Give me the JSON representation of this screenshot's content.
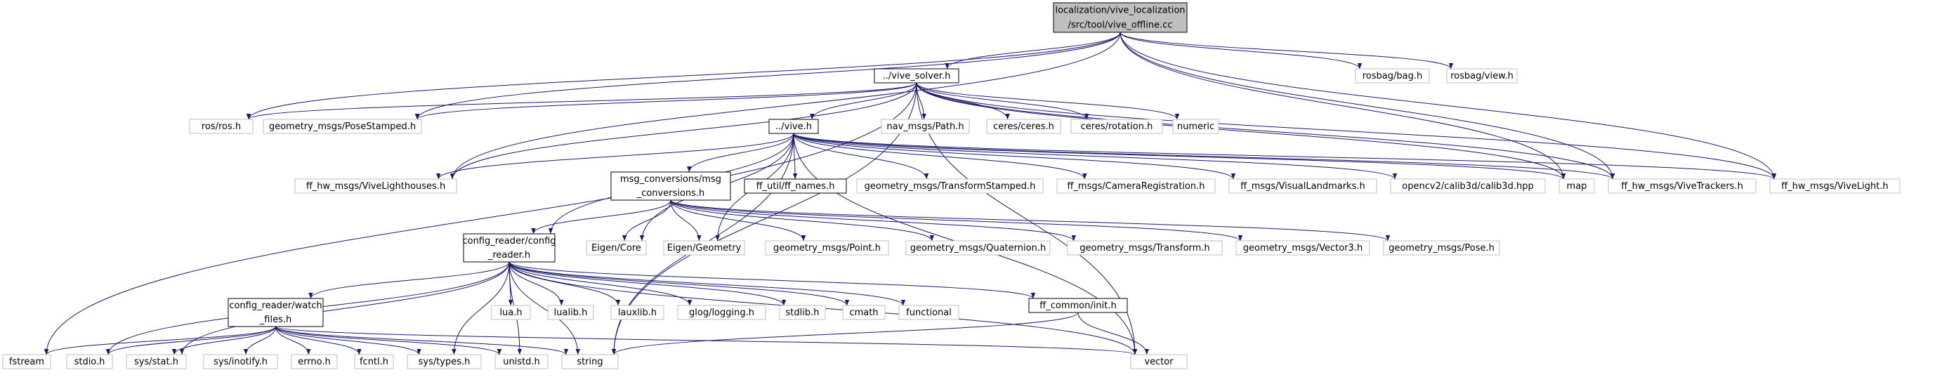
{
  "colors": {
    "edge": "#191970",
    "node_border_gray": "#bfbfbf",
    "node_border_black": "#000000",
    "root_fill": "#bfbfbf",
    "node_fill": "#ffffff"
  },
  "nodes": [
    {
      "id": "root",
      "lines": [
        "localization/vive_localization",
        "/src/tool/vive_offline.cc"
      ],
      "style": "root"
    },
    {
      "id": "vive_solver",
      "lines": [
        "../vive_solver.h"
      ],
      "style": "boxed"
    },
    {
      "id": "bag",
      "lines": [
        "rosbag/bag.h"
      ],
      "style": "gray"
    },
    {
      "id": "view",
      "lines": [
        "rosbag/view.h"
      ],
      "style": "gray"
    },
    {
      "id": "ros",
      "lines": [
        "ros/ros.h"
      ],
      "style": "gray"
    },
    {
      "id": "posestamped",
      "lines": [
        "geometry_msgs/PoseStamped.h"
      ],
      "style": "gray"
    },
    {
      "id": "path",
      "lines": [
        "nav_msgs/Path.h"
      ],
      "style": "gray"
    },
    {
      "id": "ceres",
      "lines": [
        "ceres/ceres.h"
      ],
      "style": "gray"
    },
    {
      "id": "rotation",
      "lines": [
        "ceres/rotation.h"
      ],
      "style": "gray"
    },
    {
      "id": "numeric",
      "lines": [
        "numeric"
      ],
      "style": "gray"
    },
    {
      "id": "vive",
      "lines": [
        "../vive.h"
      ],
      "style": "boxed"
    },
    {
      "id": "lighthouses",
      "lines": [
        "ff_hw_msgs/ViveLighthouses.h"
      ],
      "style": "gray"
    },
    {
      "id": "msgconv",
      "lines": [
        "msg_conversions/msg",
        "_conversions.h"
      ],
      "style": "boxed"
    },
    {
      "id": "ffnames",
      "lines": [
        "ff_util/ff_names.h"
      ],
      "style": "boxed"
    },
    {
      "id": "tfstamped",
      "lines": [
        "geometry_msgs/TransformStamped.h"
      ],
      "style": "gray"
    },
    {
      "id": "camreg",
      "lines": [
        "ff_msgs/CameraRegistration.h"
      ],
      "style": "gray"
    },
    {
      "id": "visland",
      "lines": [
        "ff_msgs/VisualLandmarks.h"
      ],
      "style": "gray"
    },
    {
      "id": "calib3d",
      "lines": [
        "opencv2/calib3d/calib3d.hpp"
      ],
      "style": "gray"
    },
    {
      "id": "map",
      "lines": [
        "map"
      ],
      "style": "gray"
    },
    {
      "id": "trackers",
      "lines": [
        "ff_hw_msgs/ViveTrackers.h"
      ],
      "style": "gray"
    },
    {
      "id": "light",
      "lines": [
        "ff_hw_msgs/ViveLight.h"
      ],
      "style": "gray"
    },
    {
      "id": "config",
      "lines": [
        "config_reader/config",
        "_reader.h"
      ],
      "style": "boxed"
    },
    {
      "id": "eigencore",
      "lines": [
        "Eigen/Core"
      ],
      "style": "gray"
    },
    {
      "id": "eigengeo",
      "lines": [
        "Eigen/Geometry"
      ],
      "style": "gray"
    },
    {
      "id": "point",
      "lines": [
        "geometry_msgs/Point.h"
      ],
      "style": "gray"
    },
    {
      "id": "quat",
      "lines": [
        "geometry_msgs/Quaternion.h"
      ],
      "style": "gray"
    },
    {
      "id": "transform",
      "lines": [
        "geometry_msgs/Transform.h"
      ],
      "style": "gray"
    },
    {
      "id": "vector3",
      "lines": [
        "geometry_msgs/Vector3.h"
      ],
      "style": "gray"
    },
    {
      "id": "pose",
      "lines": [
        "geometry_msgs/Pose.h"
      ],
      "style": "gray"
    },
    {
      "id": "watch",
      "lines": [
        "config_reader/watch",
        "_files.h"
      ],
      "style": "boxed"
    },
    {
      "id": "lua",
      "lines": [
        "lua.h"
      ],
      "style": "gray"
    },
    {
      "id": "lualib",
      "lines": [
        "lualib.h"
      ],
      "style": "gray"
    },
    {
      "id": "lauxlib",
      "lines": [
        "lauxlib.h"
      ],
      "style": "gray"
    },
    {
      "id": "glog",
      "lines": [
        "glog/logging.h"
      ],
      "style": "gray"
    },
    {
      "id": "stdlib",
      "lines": [
        "stdlib.h"
      ],
      "style": "gray"
    },
    {
      "id": "cmath",
      "lines": [
        "cmath"
      ],
      "style": "gray"
    },
    {
      "id": "functional",
      "lines": [
        "functional"
      ],
      "style": "gray"
    },
    {
      "id": "ffinit",
      "lines": [
        "ff_common/init.h"
      ],
      "style": "boxed"
    },
    {
      "id": "fstream",
      "lines": [
        "fstream"
      ],
      "style": "gray"
    },
    {
      "id": "stdio",
      "lines": [
        "stdio.h"
      ],
      "style": "gray"
    },
    {
      "id": "sysstat",
      "lines": [
        "sys/stat.h"
      ],
      "style": "gray"
    },
    {
      "id": "inotify",
      "lines": [
        "sys/inotify.h"
      ],
      "style": "gray"
    },
    {
      "id": "errno",
      "lines": [
        "errno.h"
      ],
      "style": "gray"
    },
    {
      "id": "fcntl",
      "lines": [
        "fcntl.h"
      ],
      "style": "gray"
    },
    {
      "id": "systypes",
      "lines": [
        "sys/types.h"
      ],
      "style": "gray"
    },
    {
      "id": "unistd",
      "lines": [
        "unistd.h"
      ],
      "style": "gray"
    },
    {
      "id": "string",
      "lines": [
        "string"
      ],
      "style": "gray"
    },
    {
      "id": "vector",
      "lines": [
        "vector"
      ],
      "style": "gray"
    }
  ],
  "edges": [
    [
      "root",
      "vive_solver"
    ],
    [
      "root",
      "bag"
    ],
    [
      "root",
      "view"
    ],
    [
      "root",
      "ros"
    ],
    [
      "root",
      "posestamped"
    ],
    [
      "root",
      "lighthouses"
    ],
    [
      "root",
      "map"
    ],
    [
      "root",
      "trackers"
    ],
    [
      "root",
      "light"
    ],
    [
      "vive_solver",
      "ros"
    ],
    [
      "vive_solver",
      "posestamped"
    ],
    [
      "vive_solver",
      "path"
    ],
    [
      "vive_solver",
      "ceres"
    ],
    [
      "vive_solver",
      "rotation"
    ],
    [
      "vive_solver",
      "numeric"
    ],
    [
      "vive_solver",
      "vive"
    ],
    [
      "vive_solver",
      "lighthouses"
    ],
    [
      "vive_solver",
      "map"
    ],
    [
      "vive_solver",
      "trackers"
    ],
    [
      "vive_solver",
      "light"
    ],
    [
      "vive_solver",
      "string"
    ],
    [
      "vive_solver",
      "vector"
    ],
    [
      "vive_solver",
      "fstream"
    ],
    [
      "vive",
      "lighthouses"
    ],
    [
      "vive",
      "msgconv"
    ],
    [
      "vive",
      "ffnames"
    ],
    [
      "vive",
      "tfstamped"
    ],
    [
      "vive",
      "camreg"
    ],
    [
      "vive",
      "visland"
    ],
    [
      "vive",
      "calib3d"
    ],
    [
      "vive",
      "map"
    ],
    [
      "vive",
      "trackers"
    ],
    [
      "vive",
      "light"
    ],
    [
      "vive",
      "config"
    ],
    [
      "vive",
      "eigencore"
    ],
    [
      "vive",
      "eigengeo"
    ],
    [
      "vive",
      "string"
    ],
    [
      "vive",
      "vector"
    ],
    [
      "msgconv",
      "config"
    ],
    [
      "msgconv",
      "eigencore"
    ],
    [
      "msgconv",
      "eigengeo"
    ],
    [
      "msgconv",
      "point"
    ],
    [
      "msgconv",
      "quat"
    ],
    [
      "msgconv",
      "transform"
    ],
    [
      "msgconv",
      "vector3"
    ],
    [
      "msgconv",
      "pose"
    ],
    [
      "config",
      "watch"
    ],
    [
      "config",
      "lua"
    ],
    [
      "config",
      "lualib"
    ],
    [
      "config",
      "lauxlib"
    ],
    [
      "config",
      "glog"
    ],
    [
      "config",
      "stdlib"
    ],
    [
      "config",
      "cmath"
    ],
    [
      "config",
      "functional"
    ],
    [
      "config",
      "ffinit"
    ],
    [
      "config",
      "stdio"
    ],
    [
      "config",
      "sysstat"
    ],
    [
      "config",
      "systypes"
    ],
    [
      "config",
      "unistd"
    ],
    [
      "config",
      "string"
    ],
    [
      "config",
      "vector"
    ],
    [
      "watch",
      "fstream"
    ],
    [
      "watch",
      "stdio"
    ],
    [
      "watch",
      "sysstat"
    ],
    [
      "watch",
      "inotify"
    ],
    [
      "watch",
      "errno"
    ],
    [
      "watch",
      "fcntl"
    ],
    [
      "watch",
      "systypes"
    ],
    [
      "watch",
      "unistd"
    ],
    [
      "watch",
      "string"
    ],
    [
      "watch",
      "vector"
    ],
    [
      "ffinit",
      "string"
    ],
    [
      "ffinit",
      "vector"
    ]
  ]
}
